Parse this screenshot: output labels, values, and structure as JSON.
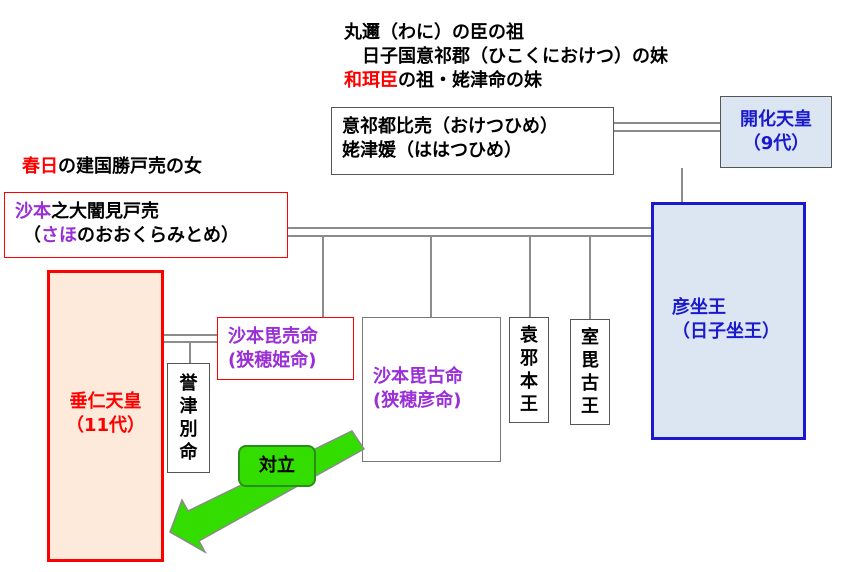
{
  "notes": {
    "line1": "丸邇（わに）の臣の祖",
    "line2": "日子国意祁郡（ひこくにおけつ）の妹",
    "line3_red": "和珥臣",
    "line3_rest": "の祖・姥津命の妹"
  },
  "kasuga_note": {
    "red": "春日",
    "rest": "の建国勝戸売の女"
  },
  "okeetsu": {
    "line1": "意祁都比売（おけつひめ）",
    "line2": "姥津媛（ははつひめ）"
  },
  "kaika": {
    "line1": "開化天皇",
    "line2": "（9代）"
  },
  "saho_ookurami": {
    "name_purple": "沙本",
    "name_rest": "之大闇見戸売",
    "reading_open": "（",
    "reading_purple": "さほ",
    "reading_rest": "のおおくらみとめ）"
  },
  "suinin": {
    "line1": "垂仁天皇",
    "line2": "（11代）"
  },
  "homutsu": [
    "誉",
    "津",
    "別",
    "命"
  ],
  "sahobime": {
    "line1": "沙本毘売命",
    "line2": "(狭穂姫命)"
  },
  "sahobiko": {
    "line1": "沙本毘古命",
    "line2": "(狭穂彦命)"
  },
  "enjamoto": [
    "袁",
    "邪",
    "本",
    "王"
  ],
  "murobiko": [
    "室",
    "毘",
    "古",
    "王"
  ],
  "hikoimasu": {
    "line1": "彦坐王",
    "line2": "（日子坐王）"
  },
  "conflict_label": "対立",
  "colors": {
    "red": "#ff0000",
    "purple": "#9a2fd6",
    "blue": "#1a1acc",
    "light_blue": "#dce6f2",
    "peach": "#fdeada",
    "green": "#33dd00"
  }
}
